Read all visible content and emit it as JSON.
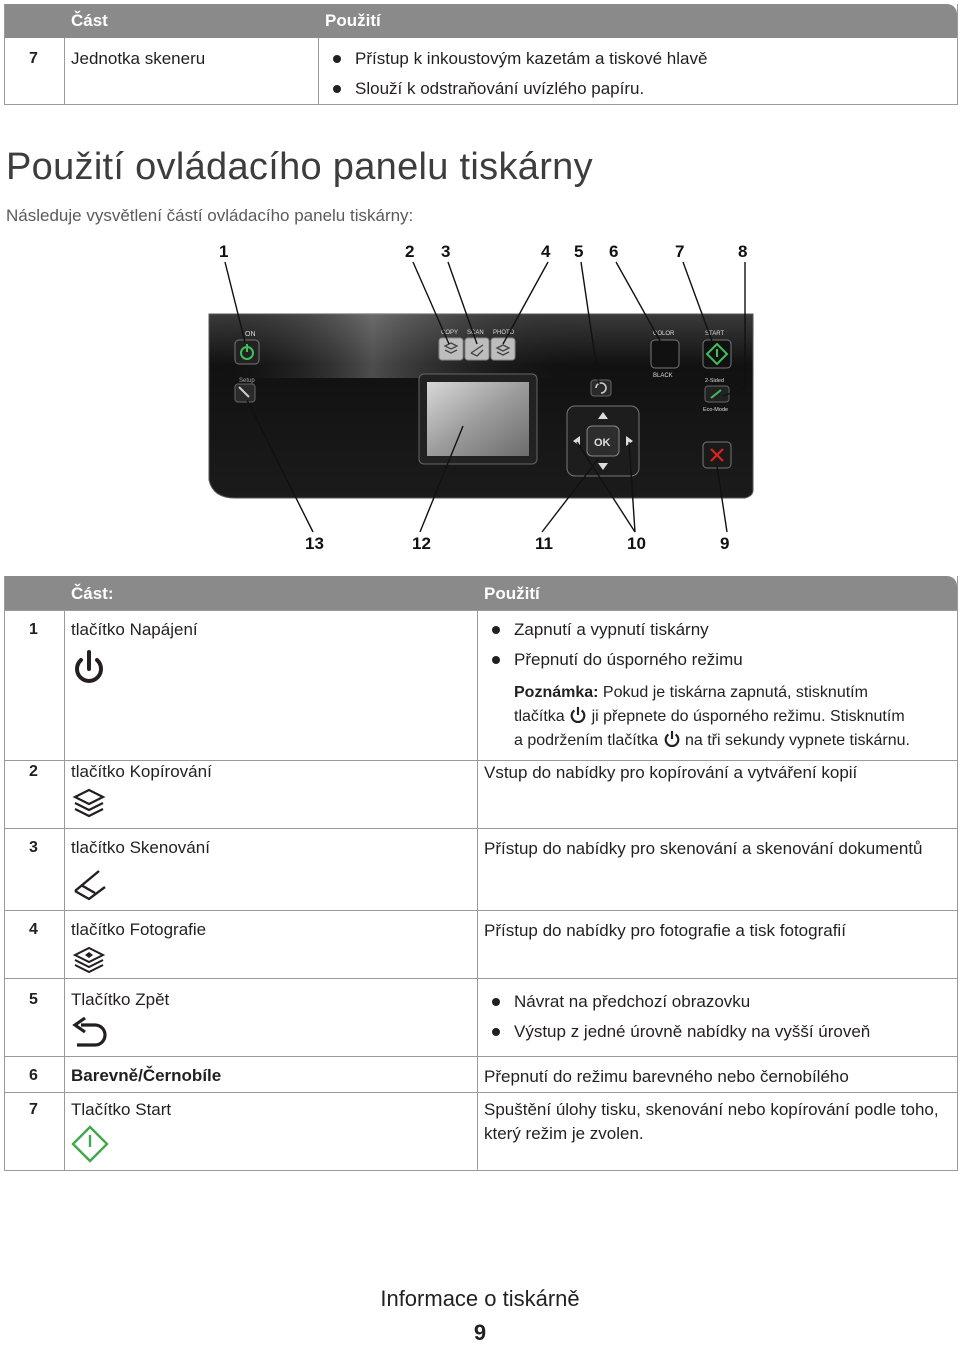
{
  "top_table": {
    "header": {
      "part": "Část",
      "use": "Použití"
    },
    "row": {
      "num": "7",
      "part": "Jednotka skeneru",
      "bullets": [
        "Přístup k inkoustovým kazetám a tiskové hlavě",
        "Slouží k odstraňování uvízlého papíru."
      ]
    }
  },
  "section": {
    "title": "Použití ovládacího panelu tiskárny",
    "subtitle": "Následuje vysvětlení částí ovládacího panelu tiskárny:"
  },
  "figure": {
    "callouts_top": [
      "1",
      "2",
      "3",
      "4",
      "5",
      "6",
      "7",
      "8"
    ],
    "callouts_bottom": [
      "13",
      "12",
      "11",
      "10",
      "9"
    ],
    "panel_labels": {
      "on": "ON",
      "copy": "COPY",
      "scan": "SCAN",
      "photo": "PHOTO",
      "color": "COLOR",
      "black": "BLACK",
      "start": "START",
      "two_sided": "2-Sided",
      "eco_mode": "Eco-Mode",
      "ok": "OK",
      "setup": "Setup"
    }
  },
  "main_table": {
    "header": {
      "part": "Část:",
      "use": "Použití"
    },
    "rows": [
      {
        "num": "1",
        "part": "tlačítko Napájení",
        "icon": "power-icon",
        "bullets": [
          "Zapnutí a vypnutí tiskárny",
          "Přepnutí do úsporného režimu"
        ],
        "note_label": "Poznámka:",
        "note_1": "Pokud je tiskárna zapnutá, stisknutím",
        "note_2": "tlačítka",
        "note_3": "ji přepnete do úsporného režimu. Stisknutím",
        "note_4": "a podržením tlačítka",
        "note_5": "na tři sekundy vypnete tiskárnu."
      },
      {
        "num": "2",
        "part": "tlačítko Kopírování",
        "icon": "copy-icon",
        "use": "Vstup do nabídky pro kopírování a vytváření kopií"
      },
      {
        "num": "3",
        "part": "tlačítko Skenování",
        "icon": "scan-icon",
        "use": "Přístup do nabídky pro skenování a skenování dokumentů"
      },
      {
        "num": "4",
        "part": "tlačítko Fotografie",
        "icon": "photo-icon",
        "use": "Přístup do nabídky pro fotografie a tisk fotografií"
      },
      {
        "num": "5",
        "part": "Tlačítko Zpět",
        "icon": "back-arrow-icon",
        "bullets": [
          "Návrat na předchozí obrazovku",
          "Výstup z jedné úrovně nabídky na vyšší úroveň"
        ]
      },
      {
        "num": "6",
        "part": "Barevně/Černobíle",
        "use": "Přepnutí do režimu barevného nebo černobílého"
      },
      {
        "num": "7",
        "part": "Tlačítko Start",
        "icon": "start-diamond-icon",
        "use_1": "Spuštění úlohy tisku, skenování nebo kopírování podle toho,",
        "use_2": "který režim je zvolen."
      }
    ]
  },
  "footer": {
    "title": "Informace o tiskárně",
    "page": "9"
  }
}
